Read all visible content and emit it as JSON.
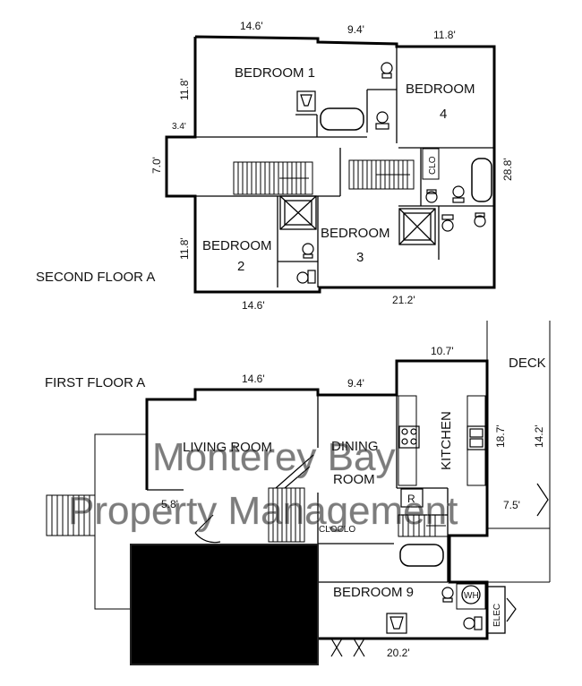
{
  "second_floor": {
    "title": "SECOND FLOOR A",
    "rooms": {
      "bedroom1": "BEDROOM 1",
      "bedroom4_line1": "BEDROOM",
      "bedroom4_line2": "4",
      "bedroom2_line1": "BEDROOM",
      "bedroom2_line2": "2",
      "bedroom3_line1": "BEDROOM",
      "bedroom3_line2": "3",
      "closet": "CLO"
    },
    "dimensions": {
      "top_left": "14.6'",
      "top_mid": "9.4'",
      "top_right": "11.8'",
      "left_upper": "11.8'",
      "left_notch": "3.4'",
      "left_mid": "7.0'",
      "left_lower": "11.8'",
      "right": "28.8'",
      "bottom_left": "14.6'",
      "bottom_right": "21.2'"
    }
  },
  "first_floor": {
    "title": "FIRST FLOOR A",
    "rooms": {
      "living": "LIVING ROOM",
      "dining_line1": "DINING",
      "dining_line2": "ROOM",
      "kitchen": "KITCHEN",
      "deck": "DECK",
      "bedroom9": "BEDROOM 9",
      "closets": "CLOCLO",
      "refrigerator": "R",
      "water_heater": "WH",
      "electrical": "ELEC"
    },
    "dimensions": {
      "top_left": "14.6'",
      "top_mid": "9.4'",
      "kitchen_top": "10.7'",
      "kitchen_side": "18.7'",
      "deck_side": "14.2'",
      "entry": "5.8'",
      "deck_step": "7.5'",
      "bottom": "20.2'"
    }
  },
  "watermark": {
    "line1": "Monterey Bay",
    "line2": "Property Management"
  },
  "colors": {
    "wall": "#000000",
    "redaction": "#000000",
    "watermark": "#c8c8c8"
  }
}
